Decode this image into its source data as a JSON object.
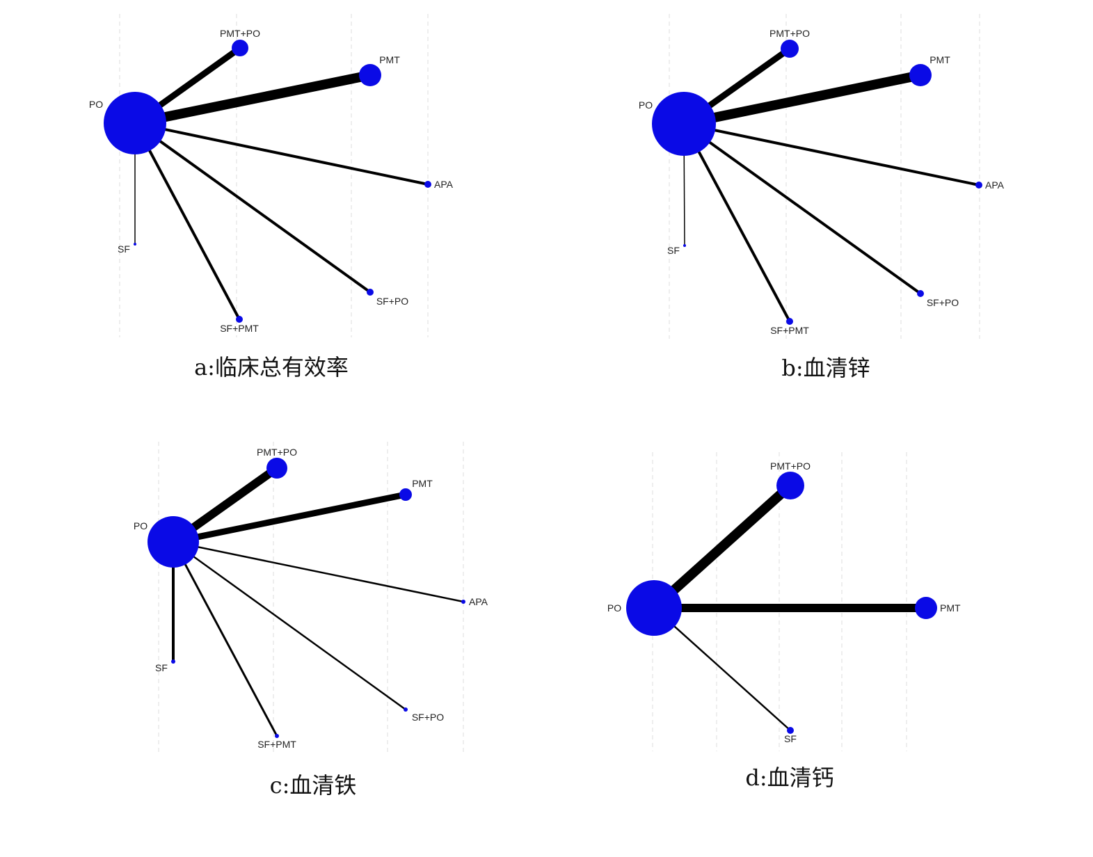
{
  "colors": {
    "node": "#0a0ae6",
    "edge": "#000000",
    "grid": "#dddddd"
  },
  "panels": [
    {
      "id": "a",
      "caption": "a:临床总有效率",
      "nodes": [
        "PO",
        "PMT+PO",
        "PMT",
        "APA",
        "SF",
        "SF+PMT",
        "SF+PO"
      ],
      "edges": [
        [
          "PO",
          "PMT+PO"
        ],
        [
          "PO",
          "PMT"
        ],
        [
          "PO",
          "APA"
        ],
        [
          "PO",
          "SF"
        ],
        [
          "PO",
          "SF+PMT"
        ],
        [
          "PO",
          "SF+PO"
        ]
      ]
    },
    {
      "id": "b",
      "caption": "b:血清锌",
      "nodes": [
        "PO",
        "PMT+PO",
        "PMT",
        "APA",
        "SF",
        "SF+PMT",
        "SF+PO"
      ],
      "edges": [
        [
          "PO",
          "PMT+PO"
        ],
        [
          "PO",
          "PMT"
        ],
        [
          "PO",
          "APA"
        ],
        [
          "PO",
          "SF"
        ],
        [
          "PO",
          "SF+PMT"
        ],
        [
          "PO",
          "SF+PO"
        ]
      ]
    },
    {
      "id": "c",
      "caption": "c:血清铁",
      "nodes": [
        "PO",
        "PMT+PO",
        "PMT",
        "APA",
        "SF",
        "SF+PMT",
        "SF+PO"
      ],
      "edges": [
        [
          "PO",
          "PMT+PO"
        ],
        [
          "PO",
          "PMT"
        ],
        [
          "PO",
          "APA"
        ],
        [
          "PO",
          "SF"
        ],
        [
          "PO",
          "SF+PMT"
        ],
        [
          "PO",
          "SF+PO"
        ]
      ]
    },
    {
      "id": "d",
      "caption": "d:血清钙",
      "nodes": [
        "PO",
        "PMT+PO",
        "PMT",
        "SF"
      ],
      "edges": [
        [
          "PO",
          "PMT+PO"
        ],
        [
          "PO",
          "PMT"
        ],
        [
          "PO",
          "SF"
        ]
      ]
    }
  ]
}
